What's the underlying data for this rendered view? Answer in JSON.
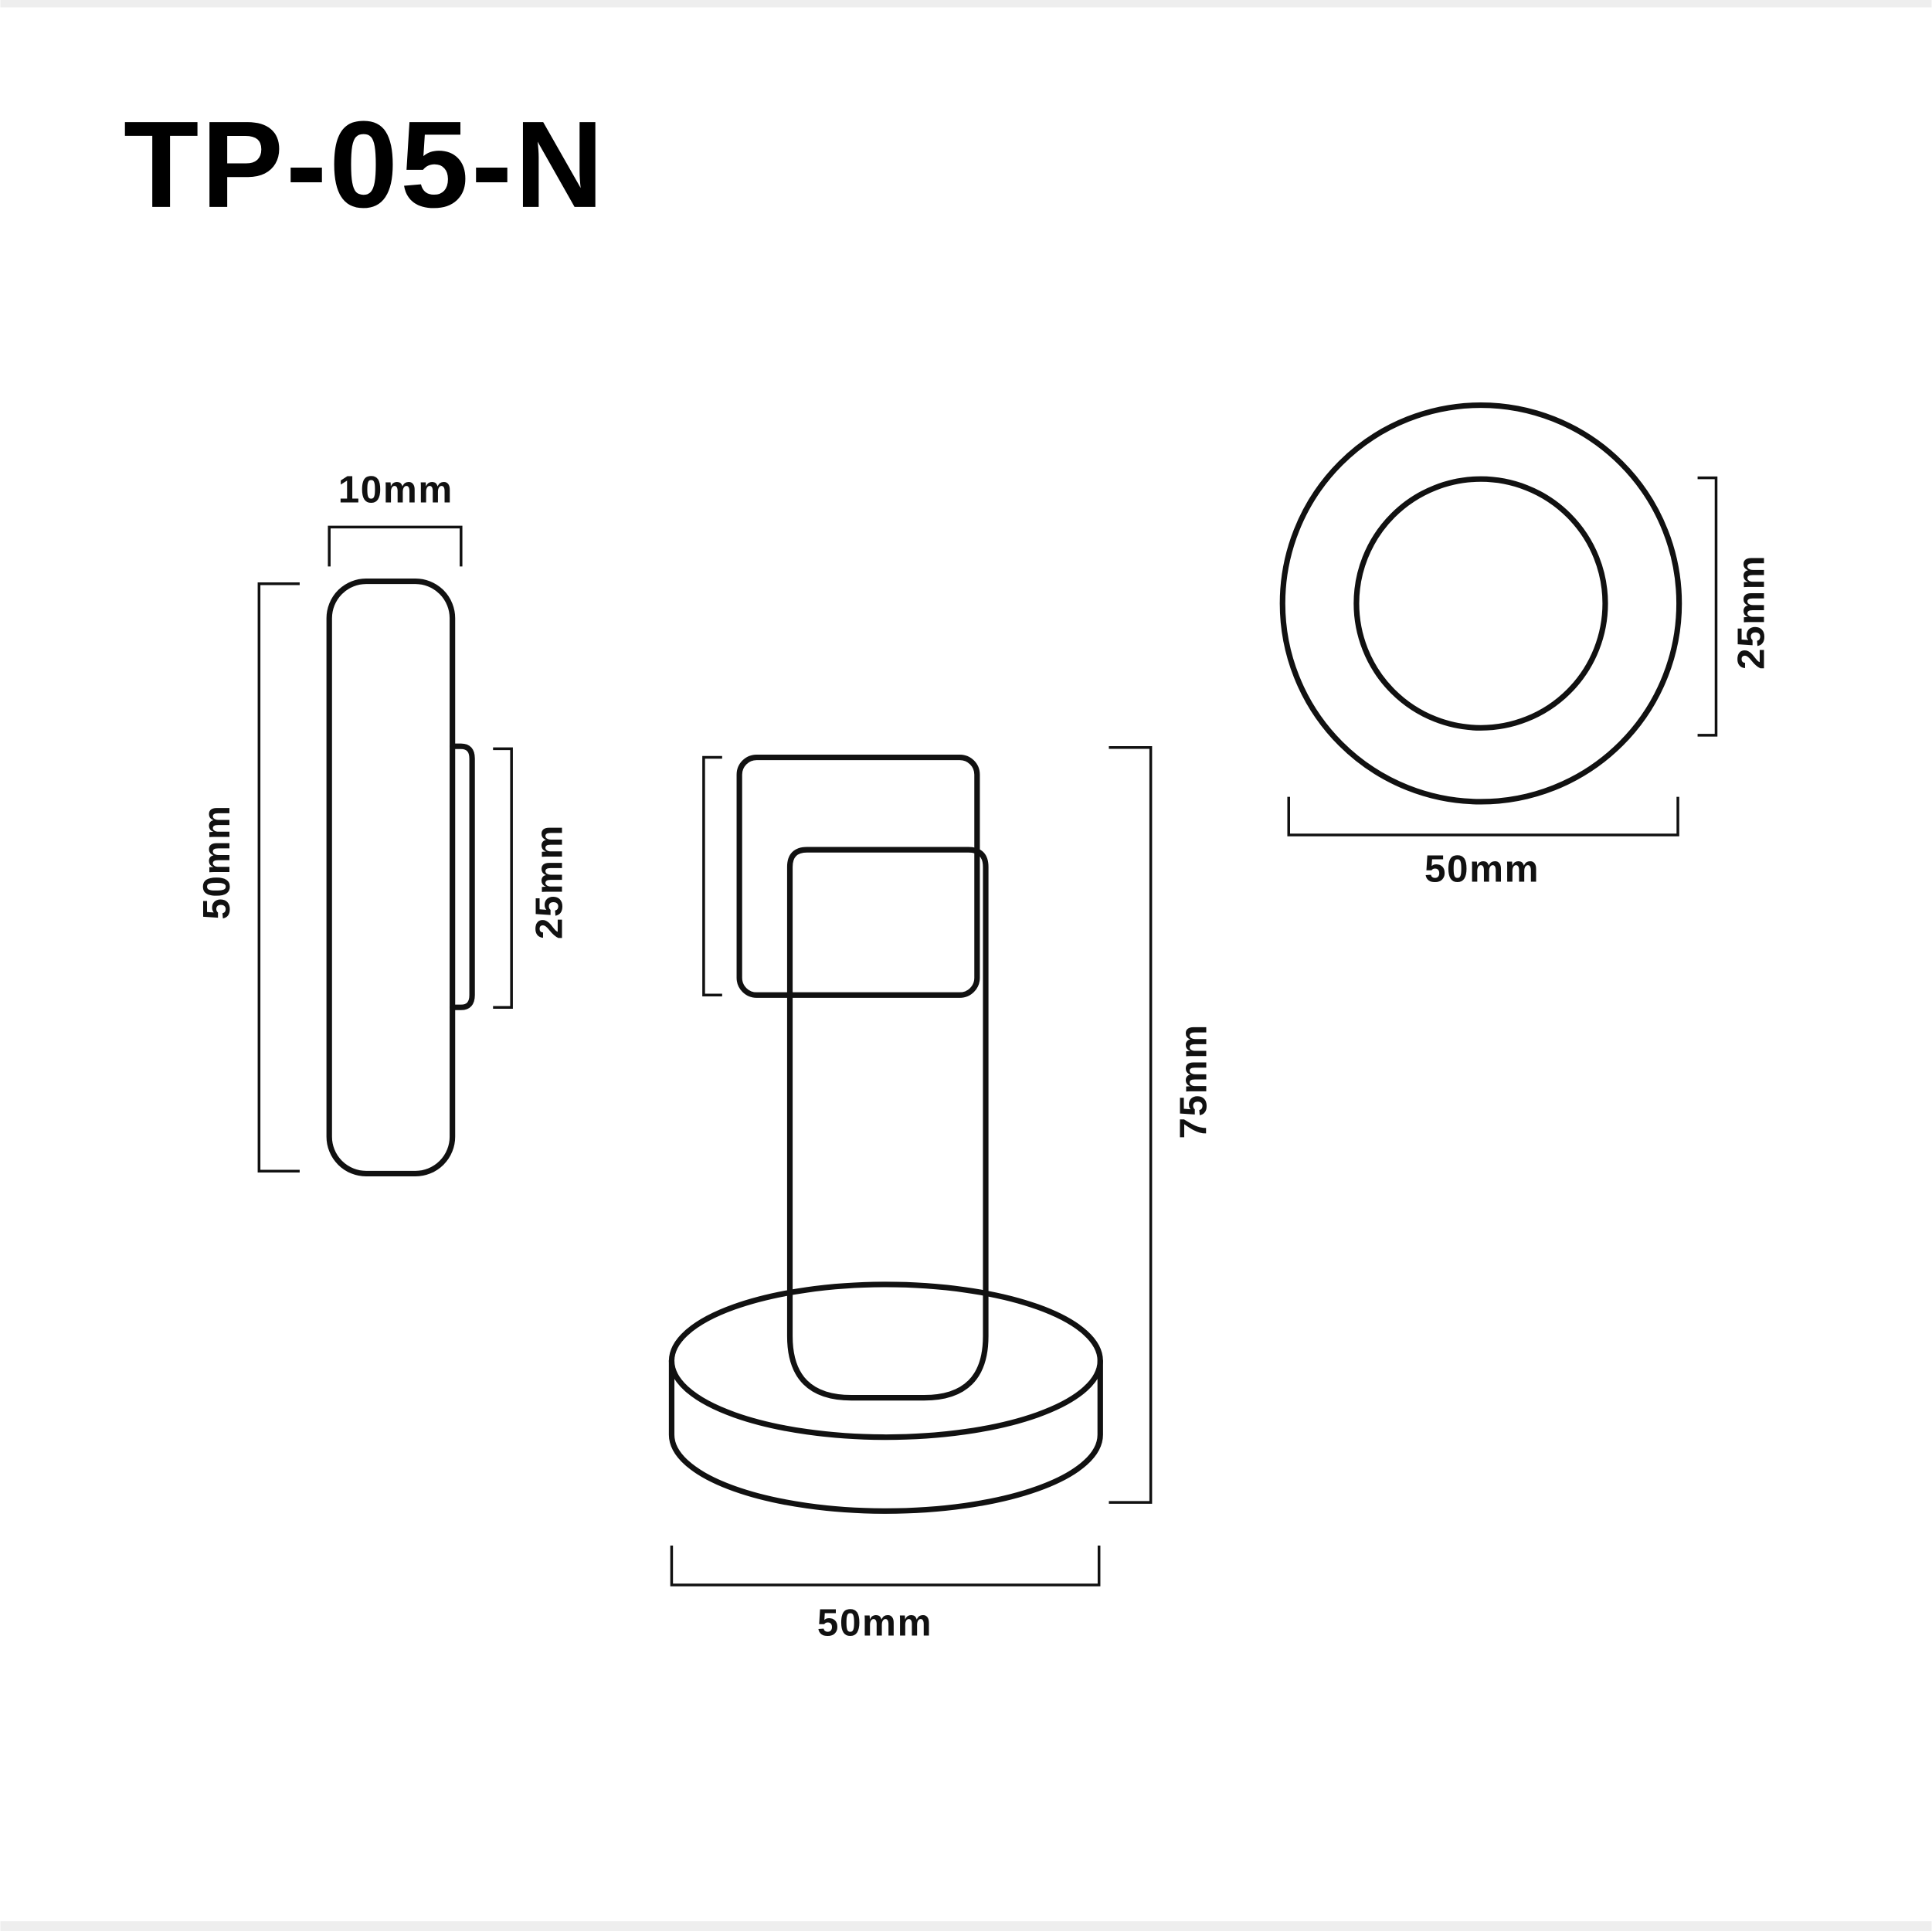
{
  "title": "TP-05-N",
  "side_view": {
    "width_label": "10mm",
    "height_label": "50mm",
    "base_label": "25mm"
  },
  "front_view": {
    "height_label": "75mm",
    "width_label": "50mm"
  },
  "top_view": {
    "inner_label": "25mm",
    "outer_label": "50mm"
  },
  "colors": {
    "line": "#111111",
    "border": "#eeeeee"
  }
}
